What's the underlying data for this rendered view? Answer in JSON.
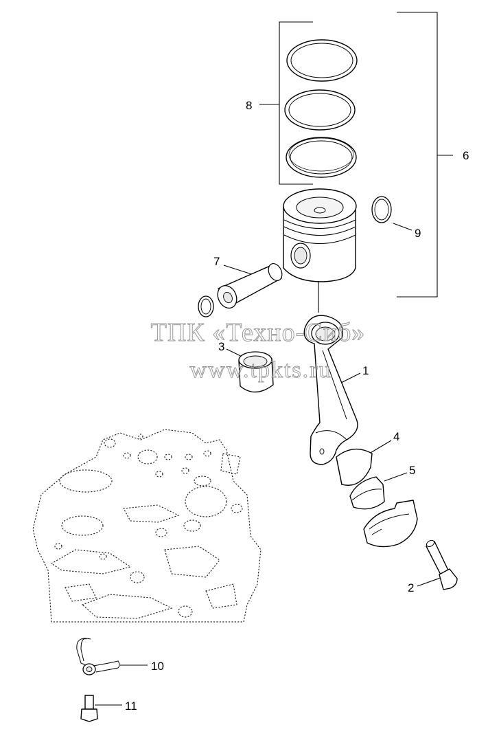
{
  "watermark": {
    "line1": "ТПК «Техно-Сиб»",
    "line2": "www.tpkts.ru"
  },
  "callouts": {
    "c1": "1",
    "c2": "2",
    "c3": "3",
    "c4": "4",
    "c5": "5",
    "c6": "6",
    "c7": "7",
    "c8": "8",
    "c9": "9",
    "c10": "10",
    "c11": "11"
  }
}
